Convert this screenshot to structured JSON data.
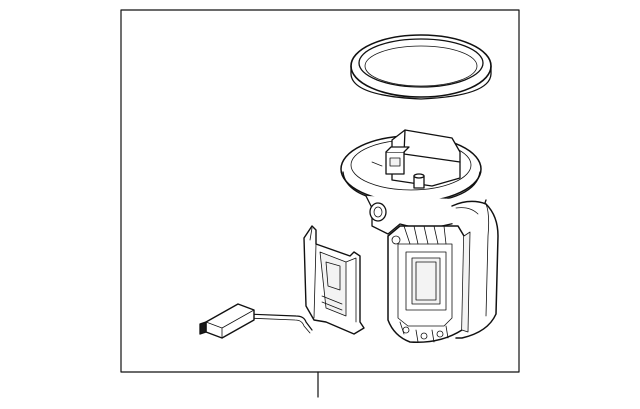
{
  "diagram": {
    "subject": "fuel-pump-module-assembly",
    "parts": [
      {
        "id": "lock-ring-seal",
        "icon": "ring-seal-icon"
      },
      {
        "id": "pump-flange-cap",
        "icon": "flange-cap-icon"
      },
      {
        "id": "pump-reservoir-bucket",
        "icon": "reservoir-icon"
      },
      {
        "id": "fuel-level-sender",
        "icon": "level-sender-icon"
      },
      {
        "id": "sender-float-arm",
        "icon": "float-arm-icon"
      }
    ],
    "colors": {
      "line": "#111111",
      "fill": "#ffffff",
      "shade": "#f3f3f3"
    }
  }
}
